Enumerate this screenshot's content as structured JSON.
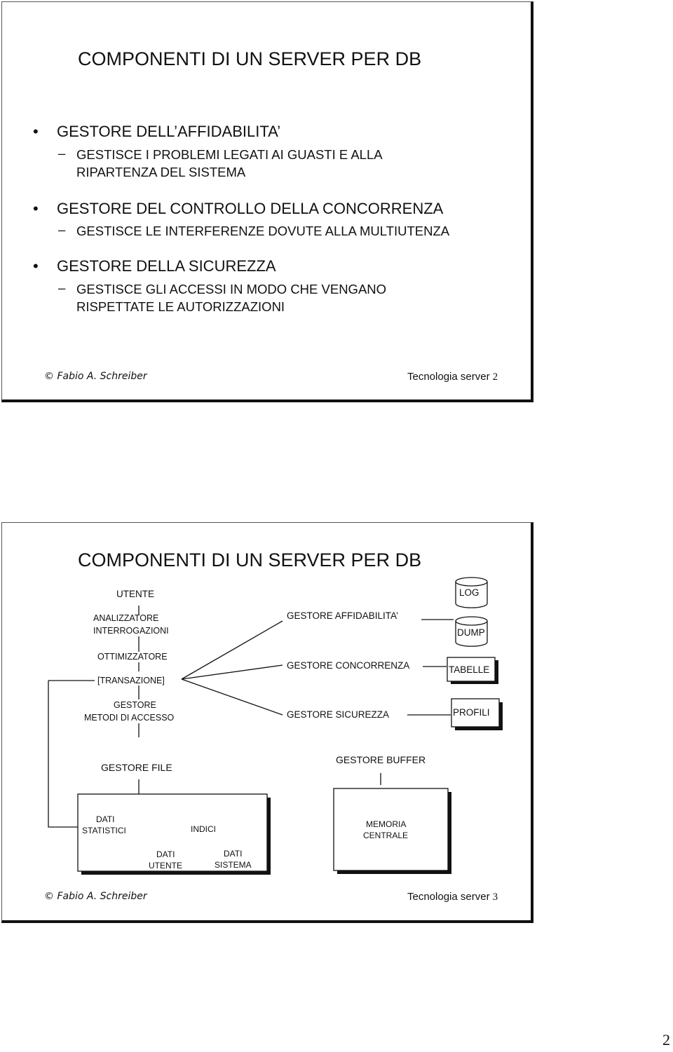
{
  "slide1": {
    "title": "COMPONENTI DI UN SERVER PER DB",
    "bullets": [
      {
        "head": "GESTORE DELL’AFFIDABILITA’",
        "sub": [
          "GESTISCE I PROBLEMI LEGATI AI GUASTI E ALLA",
          "RIPARTENZA DEL SISTEMA"
        ]
      },
      {
        "head": "GESTORE DEL CONTROLLO DELLA CONCORRENZA",
        "sub": [
          "GESTISCE LE INTERFERENZE DOVUTE ALLA MULTIUTENZA"
        ]
      },
      {
        "head": "GESTORE DELLA SICUREZZA",
        "sub": [
          "GESTISCE GLI ACCESSI IN MODO CHE VENGANO",
          "RISPETTATE LE AUTORIZZAZIONI"
        ]
      }
    ],
    "footer": {
      "author": "© Fabio A. Schreiber",
      "section": "Tecnologia server",
      "page": "2"
    }
  },
  "slide2": {
    "title": "COMPONENTI DI UN SERVER PER DB",
    "diagram": {
      "utente": "UTENTE",
      "analizzatore": [
        "ANALIZZATORE",
        "INTERROGAZIONI"
      ],
      "ottimizzatore": "OTTIMIZZATORE",
      "transazione": "[TRANSAZIONE]",
      "gestore_metodi": [
        "GESTORE",
        "METODI DI ACCESSO"
      ],
      "gestore_affidabilita": "GESTORE AFFIDABILITA’",
      "gestore_concorrenza": "GESTORE CONCORRENZA",
      "gestore_sicurezza": "GESTORE SICUREZZA",
      "log": "LOG",
      "dump": "DUMP",
      "tabelle": "TABELLE",
      "profili": "PROFILI",
      "gestore_file": "GESTORE FILE",
      "gestore_buffer": "GESTORE BUFFER",
      "dati_statistici": [
        "DATI",
        "STATISTICI"
      ],
      "indici": "INDICI",
      "dati_utente": [
        "DATI",
        "UTENTE"
      ],
      "dati_sistema": [
        "DATI",
        "SISTEMA"
      ],
      "memoria_centrale": [
        "MEMORIA",
        "CENTRALE"
      ]
    },
    "footer": {
      "author": "© Fabio A. Schreiber",
      "section": "Tecnologia server",
      "page": "3"
    }
  },
  "page_number": "2"
}
